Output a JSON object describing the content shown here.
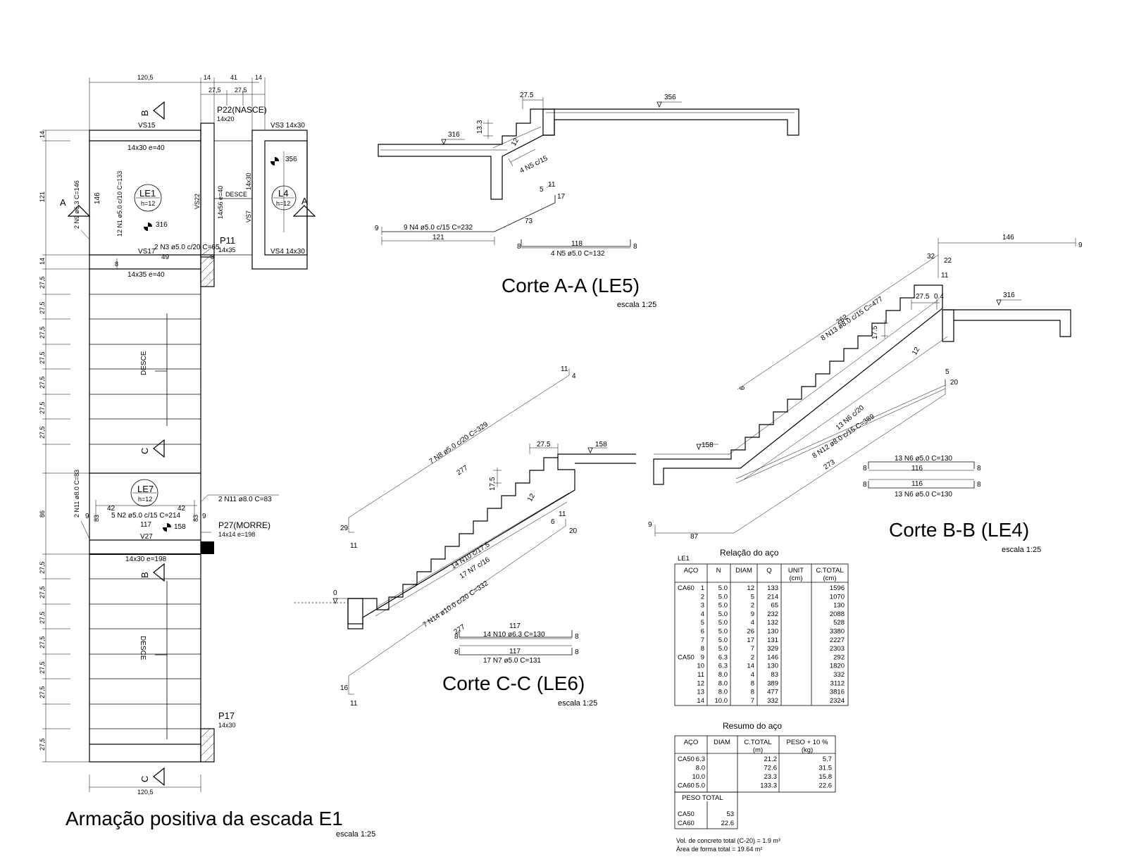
{
  "plan": {
    "title": "Armação positiva da escada E1",
    "scale": "escala 1:25",
    "top_dims": {
      "total": "120,5",
      "d1": "14",
      "d2": "41",
      "d3": "14",
      "d4": "27,5",
      "d5": "27,5"
    },
    "bottom_dim": "120,5",
    "left_dims": [
      "14",
      "121",
      "14",
      "27,5",
      "27,5",
      "27,5",
      "27,5",
      "27,5",
      "27,5",
      "27,5",
      "86",
      "27,5",
      "27,5",
      "27,5",
      "27,5",
      "27,5",
      "27,5",
      "27,5"
    ],
    "section_marks": {
      "b": "B",
      "a": "A",
      "c": "C"
    },
    "labels": {
      "p22": "P22(NASCE)",
      "p22_dim": "14x20",
      "vs15": "VS15",
      "vs3": "VS3 14x30",
      "vs15_dim": "14x30 e=40",
      "le1": "LE1",
      "le1_h": "h=12",
      "l4": "L4",
      "l4_h": "h=12",
      "lvl_356": "356",
      "lvl_316": "316",
      "lvl_158": "158",
      "n9": "2 N9 ø6.3  C=146",
      "n1": "12 N1 ø5.0 c/10  C=133",
      "dim146": "146",
      "vs22": "VS22",
      "v14x56": "14x56 e=40",
      "desce": "DESCE",
      "v14x30": "14x30",
      "vs7": "VS7",
      "p11": "P11",
      "p11_dim": "14x35",
      "vs17": "VS17",
      "n3": "2 N3 ø5.0 c/20  C=65",
      "vs4": "VS4 14x30",
      "d8": "8",
      "d49": "49",
      "d8b": "8",
      "v14x35": "14x35 e=40",
      "le7": "LE7",
      "le7_h": "h=12",
      "n11": "2 N11 ø8.0  C=83",
      "n11b": "2 N11 ø8.0  C=83",
      "d42a": "42",
      "d42b": "42",
      "d9": "9",
      "d83a": "83",
      "n2": "5 N2 ø5.0 c/15  C=214",
      "d83b": "83",
      "d9b": "9",
      "d117": "117",
      "v27": "V27",
      "p27": "P27(MORRE)",
      "p27_dim": "14x14 e=198",
      "v14x30b": "14x30 e=198",
      "p17": "P17",
      "p17_dim": "14x30"
    }
  },
  "corte_aa": {
    "title": "Corte A-A (LE5)",
    "scale": "escala 1:25",
    "lvl_356": "356",
    "lvl_316": "316",
    "d275": "27.5",
    "d133": "13.3",
    "d12": "12",
    "n5": "4 N5 c/15",
    "n4": "9 N4 ø5.0 c/15  C=232",
    "d9": "9",
    "d121": "121",
    "d73": "73",
    "d5": "5",
    "d11": "11",
    "d17": "17",
    "d8a": "8",
    "d118": "118",
    "d8b": "8",
    "n5b": "4 N5 ø5.0  C=132"
  },
  "corte_bb": {
    "title": "Corte B-B (LE4)",
    "scale": "escala 1:25",
    "d146": "146",
    "d9": "9",
    "d32": "32",
    "d22": "22",
    "d11": "11",
    "d262": "262",
    "n13": "8 N13 ø8.0 c/15  C=477",
    "d275": "27.5",
    "d04": "0.4",
    "lvl_316": "316",
    "d175": "17.5",
    "d12": "12",
    "d6": "6",
    "d5": "5",
    "d20": "20",
    "n6": "13 N6 c/20",
    "lvl_158": "158",
    "n12": "8 N12 ø8.0 c/15  C=389",
    "d273": "273",
    "n6a": "13 N6 ø5.0  C=130",
    "d116a": "116",
    "d8a": "8",
    "d8b": "8",
    "d116b": "116",
    "n6b": "13 N6 ø5.0  C=130",
    "d8c": "8",
    "d8d": "8",
    "d9b": "9",
    "d87": "87"
  },
  "corte_cc": {
    "title": "Corte C-C (LE6)",
    "scale": "escala 1:25",
    "d11": "11",
    "d4": "4",
    "n8": "7 N8 ø5.0 c/20  C=329",
    "d277": "277",
    "d275": "27.5",
    "lvl_158": "158",
    "d175": "17.5",
    "d12": "12",
    "d29": "29",
    "d11b": "11",
    "n10": "14 N10 c/17.5",
    "n7": "17 N7 c/16",
    "d6": "6",
    "d11c": "11",
    "d20": "20",
    "lvl_0": "0",
    "n14": "7 N14 ø10.0 c/20  C=332",
    "d277b": "277",
    "d117a": "117",
    "d8a": "8",
    "n10b": "14 N10 ø6.3  C=130",
    "d8b": "8",
    "d8c": "8",
    "d117b": "117",
    "d8d": "8",
    "n7b": "17 N7 ø5.0  C=131",
    "d16": "16",
    "d11d": "11"
  },
  "relacao": {
    "title": "Relação do aço",
    "piece": "LE1",
    "headers": [
      "AÇO",
      "N",
      "DIAM",
      "Q",
      "UNIT",
      "C.TOTAL"
    ],
    "units": [
      "",
      "",
      "",
      "",
      "(cm)",
      "(cm)"
    ],
    "rows": [
      [
        "CA60",
        "1",
        "5.0",
        "12",
        "133",
        "1596"
      ],
      [
        "",
        "2",
        "5.0",
        "5",
        "214",
        "1070"
      ],
      [
        "",
        "3",
        "5.0",
        "2",
        "65",
        "130"
      ],
      [
        "",
        "4",
        "5.0",
        "9",
        "232",
        "2088"
      ],
      [
        "",
        "5",
        "5.0",
        "4",
        "132",
        "528"
      ],
      [
        "",
        "6",
        "5.0",
        "26",
        "130",
        "3380"
      ],
      [
        "",
        "7",
        "5.0",
        "17",
        "131",
        "2227"
      ],
      [
        "",
        "8",
        "5.0",
        "7",
        "329",
        "2303"
      ],
      [
        "CA50",
        "9",
        "6.3",
        "2",
        "146",
        "292"
      ],
      [
        "",
        "10",
        "6.3",
        "14",
        "130",
        "1820"
      ],
      [
        "",
        "11",
        "8.0",
        "4",
        "83",
        "332"
      ],
      [
        "",
        "12",
        "8.0",
        "8",
        "389",
        "3112"
      ],
      [
        "",
        "13",
        "8.0",
        "8",
        "477",
        "3816"
      ],
      [
        "",
        "14",
        "10.0",
        "7",
        "332",
        "2324"
      ]
    ]
  },
  "resumo": {
    "title": "Resumo do aço",
    "headers": [
      "AÇO",
      "DIAM",
      "C.TOTAL",
      "PESO + 10 %"
    ],
    "units": [
      "",
      "",
      "(m)",
      "(kg)"
    ],
    "rows": [
      [
        "CA50",
        "6.3",
        "21.2",
        "5.7"
      ],
      [
        "",
        "8.0",
        "72.6",
        "31.5"
      ],
      [
        "",
        "10.0",
        "23.3",
        "15.8"
      ],
      [
        "CA60",
        "5.0",
        "133.3",
        "22.6"
      ]
    ],
    "peso_total_label": "PESO TOTAL",
    "peso_rows": [
      [
        "CA50",
        "53"
      ],
      [
        "CA60",
        "22.6"
      ]
    ],
    "vol": "Vol. de concreto total (C-20) = 1.9 m³",
    "area": "Área de forma total = 19.64 m²"
  }
}
